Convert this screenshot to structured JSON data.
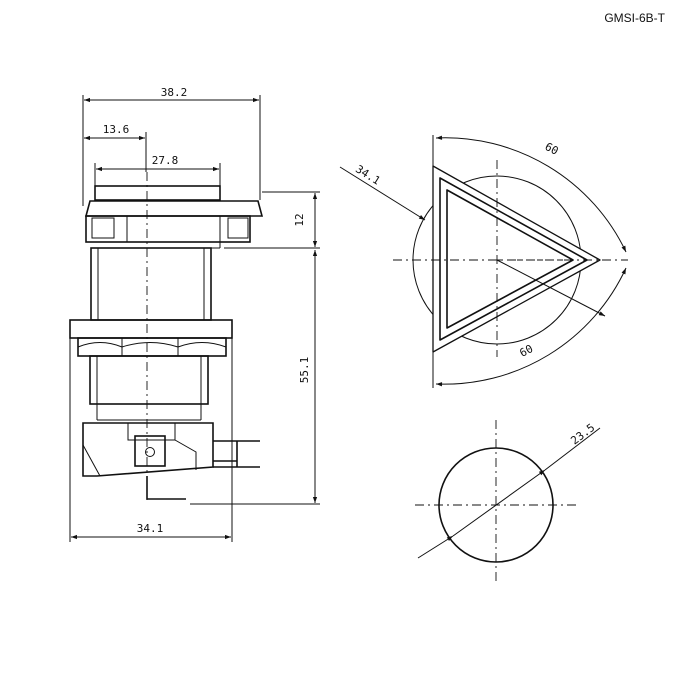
{
  "title": "GMSI-6B-T",
  "dimensions": {
    "top_width": "38.2",
    "bezel_inner": "13.6",
    "lens_width": "27.8",
    "bezel_height": "12",
    "body_height": "55.1",
    "base_width": "34.1",
    "triangle_diameter": "34.1",
    "triangle_side_upper": "60",
    "triangle_side_lower": "60",
    "cutout_diameter": "23.5"
  },
  "colors": {
    "line": "#111111",
    "background": "#ffffff"
  }
}
